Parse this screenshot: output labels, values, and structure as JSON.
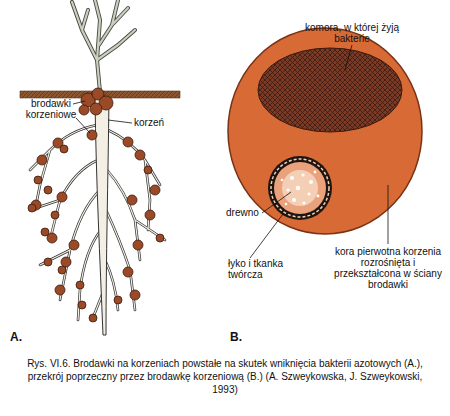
{
  "diagram": {
    "caption": "Rys. VI.6. Brodawki na korzeniach powstałe na skutek wniknięcia bakterii azotowych (A.), przekrój poprzeczny przez brodawkę korzeniową (B.) (A. Szweykowska, J. Szweykowski, 1993)",
    "labels": [
      "brodawki korzeniowe",
      "korzeń",
      "A.",
      "komora, w której żyją bakterie",
      "drewno",
      "łyko i tkanka twórcza",
      "kora pierwotna korzenia rozrośnięta i przekształcona w ściany brodawki",
      "B."
    ]
  }
}
